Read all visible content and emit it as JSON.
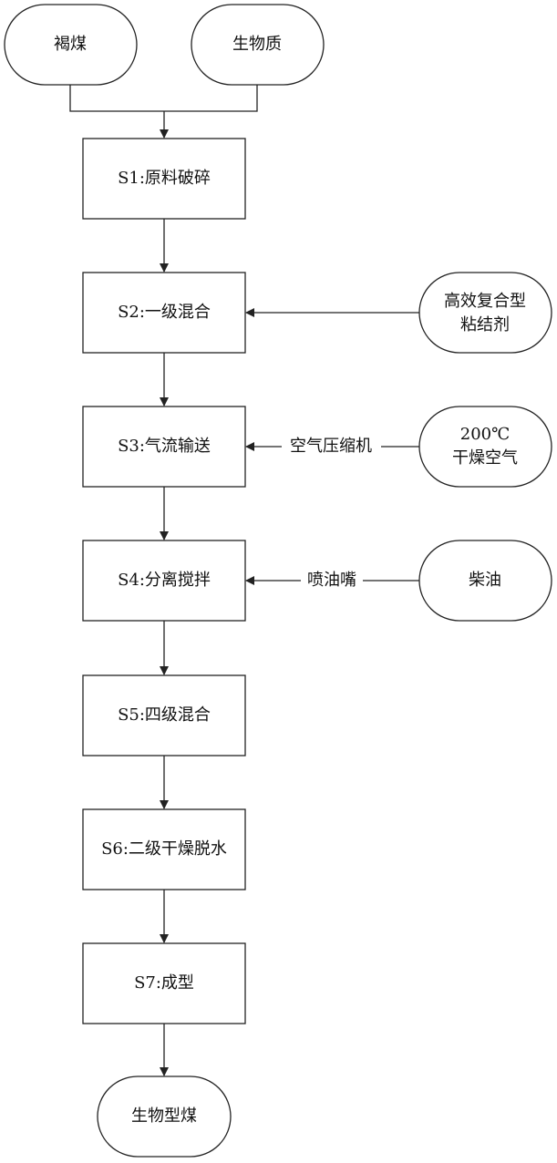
{
  "inputs": {
    "lignite": "褐煤",
    "biomass": "生物质"
  },
  "steps": {
    "s1": "S1:原料破碎",
    "s2": "S2:一级混合",
    "s3": "S3:气流输送",
    "s4": "S4:分离搅拌",
    "s5": "S5:四级混合",
    "s6": "S6:二级干燥脱水",
    "s7": "S7:成型"
  },
  "side_inputs": {
    "binder_line1": "高效复合型",
    "binder_line2": "粘结剂",
    "air_line1": "200℃",
    "air_line2": "干燥空气",
    "diesel": "柴油"
  },
  "edge_labels": {
    "compressor": "空气压缩机",
    "nozzle": "喷油嘴"
  },
  "output": {
    "product": "生物型煤"
  }
}
